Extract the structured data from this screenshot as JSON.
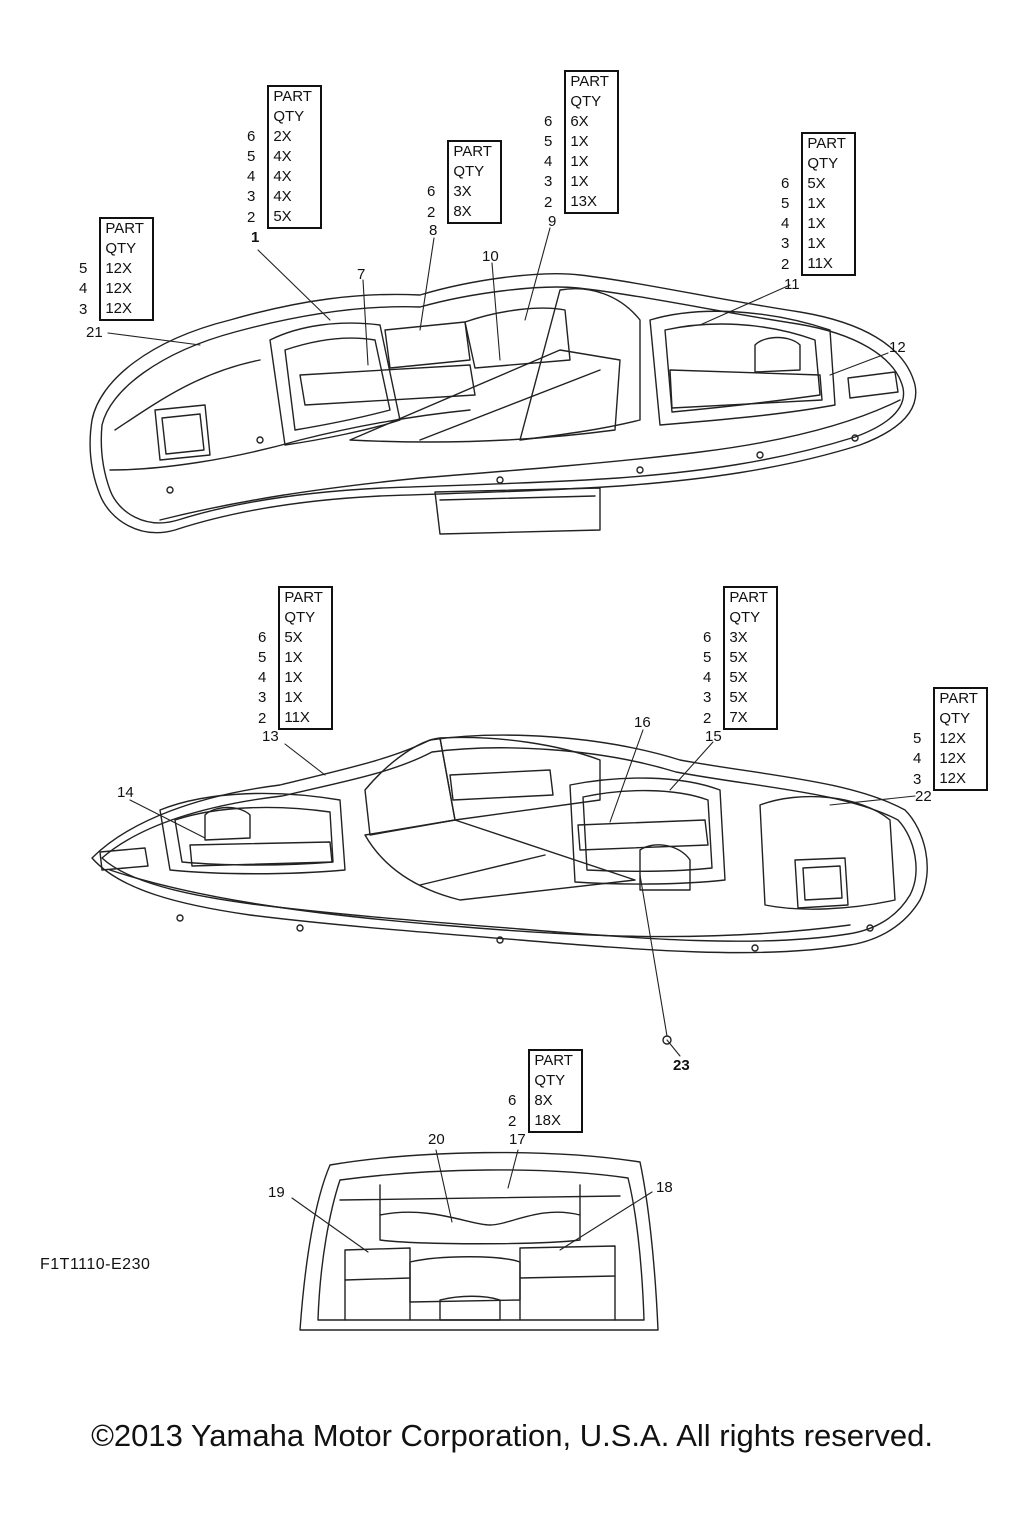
{
  "header": {
    "part": "PART",
    "qty": "QTY"
  },
  "qty_tables": [
    {
      "id": "t1",
      "rows": [
        {
          "part": "5",
          "qty": "12X"
        },
        {
          "part": "4",
          "qty": "12X"
        },
        {
          "part": "3",
          "qty": "12X"
        }
      ]
    },
    {
      "id": "t2",
      "rows": [
        {
          "part": "6",
          "qty": "2X"
        },
        {
          "part": "5",
          "qty": "4X"
        },
        {
          "part": "4",
          "qty": "4X"
        },
        {
          "part": "3",
          "qty": "4X"
        },
        {
          "part": "2",
          "qty": "5X"
        }
      ]
    },
    {
      "id": "t3",
      "rows": [
        {
          "part": "6",
          "qty": "3X"
        },
        {
          "part": "2",
          "qty": "8X"
        }
      ]
    },
    {
      "id": "t4",
      "rows": [
        {
          "part": "6",
          "qty": "6X"
        },
        {
          "part": "5",
          "qty": "1X"
        },
        {
          "part": "4",
          "qty": "1X"
        },
        {
          "part": "3",
          "qty": "1X"
        },
        {
          "part": "2",
          "qty": "13X"
        }
      ]
    },
    {
      "id": "t5",
      "rows": [
        {
          "part": "6",
          "qty": "5X"
        },
        {
          "part": "5",
          "qty": "1X"
        },
        {
          "part": "4",
          "qty": "1X"
        },
        {
          "part": "3",
          "qty": "1X"
        },
        {
          "part": "2",
          "qty": "11X"
        }
      ]
    },
    {
      "id": "t6",
      "rows": [
        {
          "part": "6",
          "qty": "5X"
        },
        {
          "part": "5",
          "qty": "1X"
        },
        {
          "part": "4",
          "qty": "1X"
        },
        {
          "part": "3",
          "qty": "1X"
        },
        {
          "part": "2",
          "qty": "11X"
        }
      ]
    },
    {
      "id": "t7",
      "rows": [
        {
          "part": "6",
          "qty": "3X"
        },
        {
          "part": "5",
          "qty": "5X"
        },
        {
          "part": "4",
          "qty": "5X"
        },
        {
          "part": "3",
          "qty": "5X"
        },
        {
          "part": "2",
          "qty": "7X"
        }
      ]
    },
    {
      "id": "t8",
      "rows": [
        {
          "part": "5",
          "qty": "12X"
        },
        {
          "part": "4",
          "qty": "12X"
        },
        {
          "part": "3",
          "qty": "12X"
        }
      ]
    },
    {
      "id": "t9",
      "rows": [
        {
          "part": "6",
          "qty": "8X"
        },
        {
          "part": "2",
          "qty": "18X"
        }
      ]
    }
  ],
  "callouts": {
    "c1": "1",
    "c21": "21",
    "c7": "7",
    "c8": "8",
    "c10": "10",
    "c9": "9",
    "c11": "11",
    "c12": "12",
    "c13": "13",
    "c14": "14",
    "c16": "16",
    "c15": "15",
    "c22": "22",
    "c23": "23",
    "c20": "20",
    "c17": "17",
    "c19": "19",
    "c18": "18"
  },
  "diagram_code": "F1T1110-E230",
  "copyright": "©2013 Yamaha Motor Corporation, U.S.A. All rights reserved."
}
